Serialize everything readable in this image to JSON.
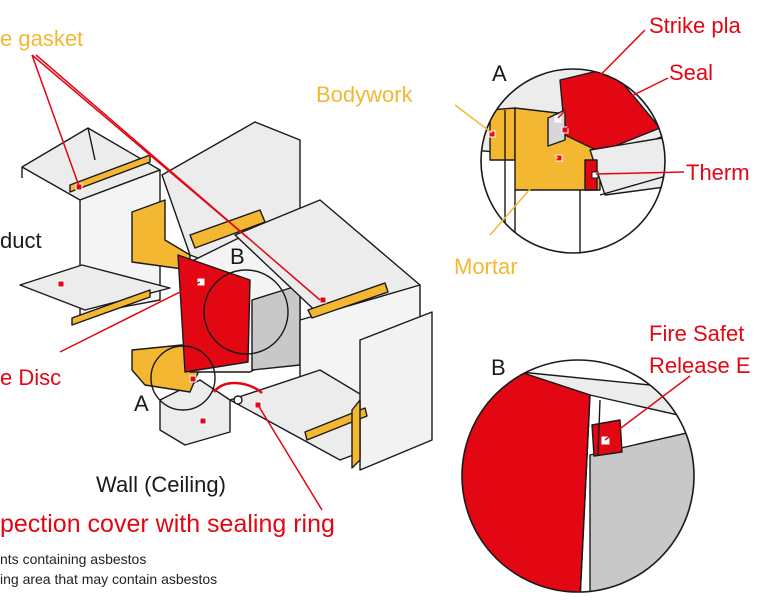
{
  "labels": {
    "gasket": "e gasket",
    "duct": "duct",
    "disc": "e Disc",
    "marker_a_main": "A",
    "wall": "Wall (Ceiling)",
    "inspection": "pection cover with sealing ring",
    "marker_b_main": "B",
    "bodywork": "Bodywork",
    "mortar": "Mortar",
    "marker_a_detail": "A",
    "strike_plate": "Strike pla",
    "seal": "Seal",
    "thermal": "Therm",
    "marker_b_detail": "B",
    "fire_safety_line1": "Fire Safet",
    "fire_safety_line2": "Release E"
  },
  "legend": {
    "line1": "nts containing asbestos",
    "line2": "ing area that may contain asbestos"
  },
  "colors": {
    "red": "#e30613",
    "yellow": "#f4b731",
    "duct_fill": "#ececec",
    "grey_box": "#c8c8c8",
    "outline": "#1a1a1a"
  }
}
